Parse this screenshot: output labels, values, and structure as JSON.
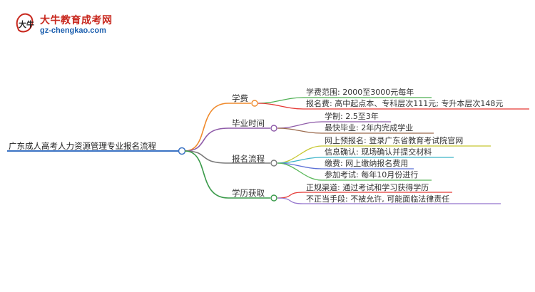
{
  "logo": {
    "title": "大牛教育成考网",
    "url": "gz-chengkao.com",
    "mark_text": "大牛"
  },
  "mindmap": {
    "root": "广东成人高考人力资源管理专业报名流程",
    "branches": [
      {
        "label": "学费",
        "color": "#f08a2c",
        "children": [
          {
            "text": "学费范围: 2000至3000元每年",
            "color": "#4caf50"
          },
          {
            "text": "报名费: 高中起点本、专科层次111元; 专升本层次148元",
            "color": "#e53935"
          }
        ]
      },
      {
        "label": "毕业时间",
        "color": "#8e5aa8",
        "children": [
          {
            "text": "学制: 2.5至3年",
            "color": "#8e5aa8"
          },
          {
            "text": "最快毕业: 2年内完成学业",
            "color": "#9c6b4e"
          }
        ]
      },
      {
        "label": "报名流程",
        "color": "#7a7a7a",
        "children": [
          {
            "text": "网上预报名: 登录广东省教育考试院官网",
            "color": "#c8c832"
          },
          {
            "text": "信息确认: 现场确认并提交材料",
            "color": "#3cb4c8"
          },
          {
            "text": "缴费: 网上缴纳报名费用",
            "color": "#5b6fd6"
          },
          {
            "text": "参加考试: 每年10月份进行",
            "color": "#5ab85a"
          }
        ]
      },
      {
        "label": "学历获取",
        "color": "#3a9a4a",
        "children": [
          {
            "text": "正规渠道: 通过考试和学习获得学历",
            "color": "#e53935"
          },
          {
            "text": "不正当手段: 不被允许, 可能面临法律责任",
            "color": "#9575cd"
          }
        ]
      }
    ],
    "root_color": "#3b73c4"
  }
}
